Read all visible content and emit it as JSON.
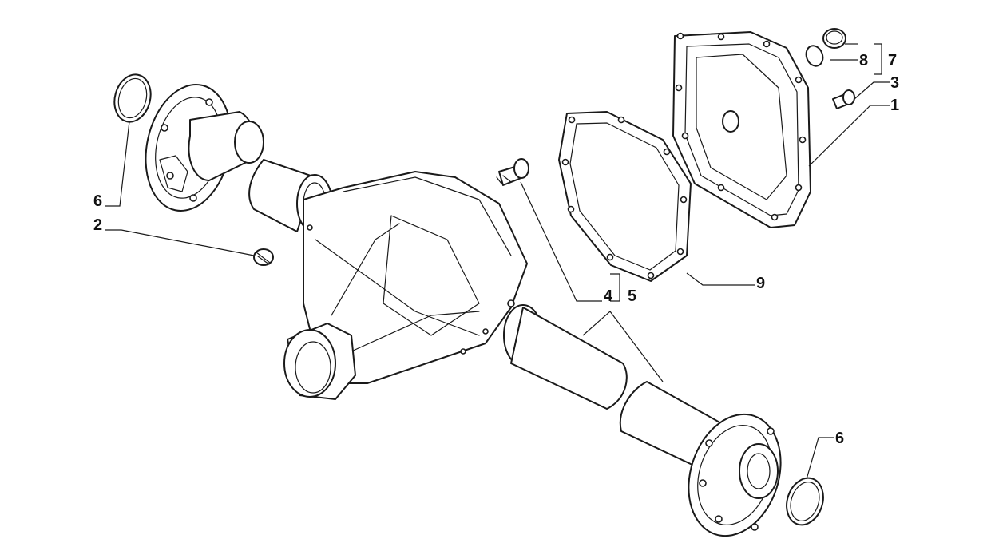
{
  "callouts": {
    "c1": "1",
    "c2": "2",
    "c3": "3",
    "c4": "4",
    "c5": "5",
    "c6_left": "6",
    "c6_right": "6",
    "c7": "7",
    "c8": "8",
    "c9": "9"
  },
  "colors": {
    "line": "#1a1a1a",
    "background": "#ffffff"
  }
}
